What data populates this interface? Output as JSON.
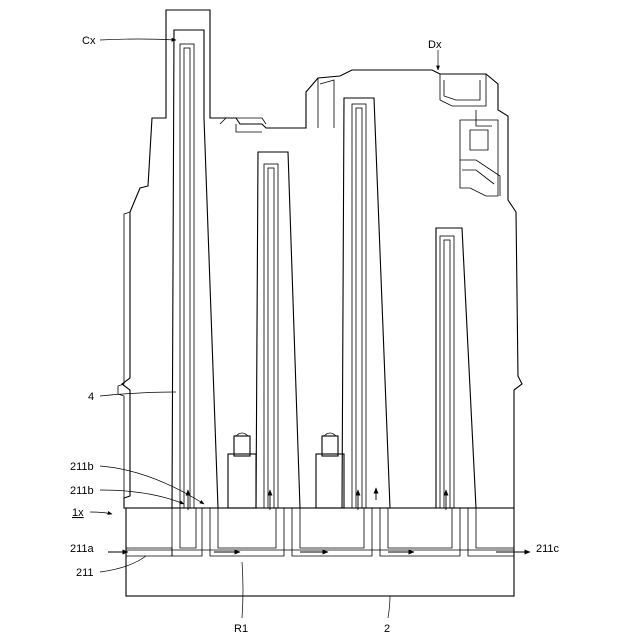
{
  "labels": {
    "cx": "Cx",
    "dx": "Dx",
    "four": "4",
    "l211b_1": "211b",
    "l211b_2": "211b",
    "l1x": "1x",
    "l211a": "211a",
    "l211c": "211c",
    "l211": "211",
    "r1": "R1",
    "two": "2"
  },
  "colors": {
    "line": "#000000",
    "background": "#ffffff",
    "dots": "#000000"
  }
}
